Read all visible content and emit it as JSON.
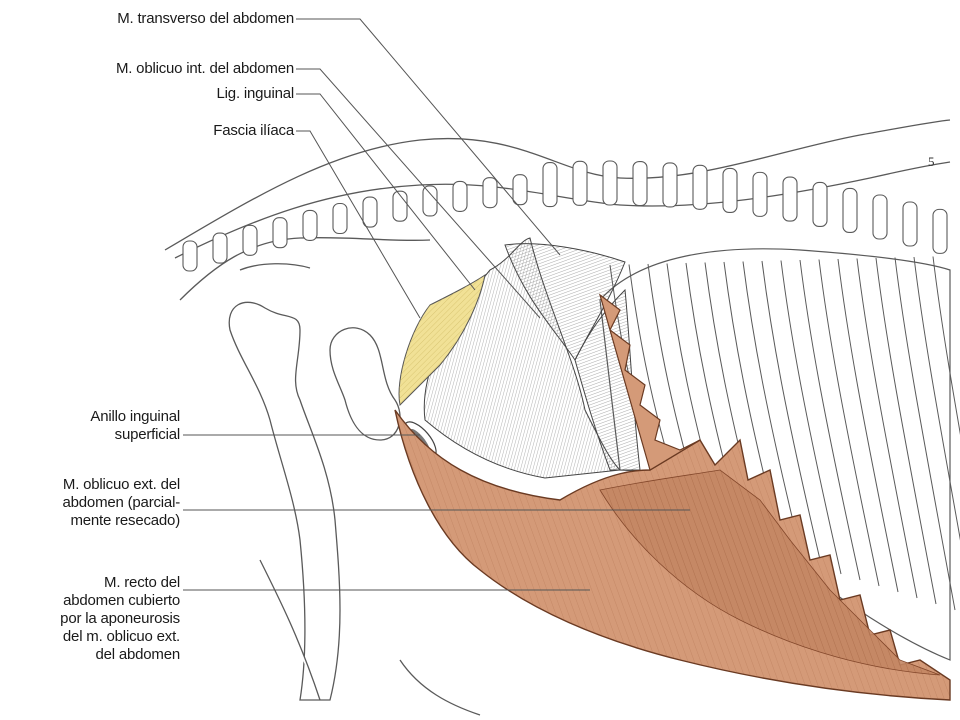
{
  "labels": {
    "transverso": "M. transverso del abdomen",
    "oblicuo_int": "M. oblicuo int. del abdomen",
    "lig_inguinal": "Lig. inguinal",
    "fascia_iliaca": "Fascia ilíaca",
    "anillo_1": "Anillo inguinal",
    "anillo_2": "superficial",
    "oblicuo_ext_1": "M. oblicuo ext. del",
    "oblicuo_ext_2": "abdomen (parcial-",
    "oblicuo_ext_3": "mente resecado)",
    "recto_1": "M. recto del",
    "recto_2": "abdomen cubierto",
    "recto_3": "por la aponeurosis",
    "recto_4": "del m. oblicuo ext.",
    "recto_5": "del abdomen"
  },
  "vertebra_mark": "5",
  "colors": {
    "muscle": "#d49a78",
    "muscle_line": "#7a3e22",
    "fascia": "#f1e196",
    "outline": "#4a4a4a",
    "background": "#ffffff"
  }
}
